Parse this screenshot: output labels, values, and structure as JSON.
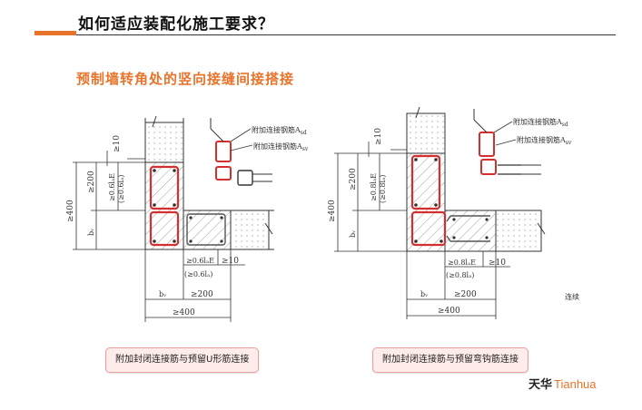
{
  "header": {
    "title": "如何适应装配化施工要求？"
  },
  "section": {
    "subtitle": "预制墙转角处的竖向接缝间接搭接"
  },
  "diagram_left": {
    "label_bar1": "附加连接钢筋A",
    "label_bar1_sub": "sd",
    "label_bar2": "附加连接钢筋A",
    "label_bar2_sub": "sv",
    "dim_10_top": "≥10",
    "dim_200": "≥200",
    "dim_lap": "≥0.6lₐE",
    "dim_lap2": "(≥0.6lₐ)",
    "dim_400": "≥400",
    "dim_bw_v": "bᵥ",
    "dim_lap_h": "≥0.6lₐE",
    "dim_lap_h2": "(≥0.6lₐ)",
    "dim_10_right": "≥10",
    "dim_bw_h": "bᵥ",
    "dim_200_h": "≥200",
    "dim_400_h": "≥400"
  },
  "diagram_right": {
    "label_bar1": "附加连接钢筋A",
    "label_bar1_sub": "sd",
    "label_bar2": "附加连接钢筋A",
    "label_bar2_sub": "sv",
    "dim_10_top": "≥10",
    "dim_200": "≥200",
    "dim_lap": "≥0.8lₐE",
    "dim_lap2": "(≥0.8lₐ)",
    "dim_400": "≥400",
    "dim_bw_v": "bᵥ",
    "dim_lap_h": "≥0.8lₐE",
    "dim_lap_h2": "(≥0.8lₐ)",
    "dim_10_right": "≥10",
    "dim_bw_h": "bᵥ",
    "dim_200_h": "≥200",
    "dim_400_h": "≥400",
    "cut_note": "连续"
  },
  "captions": {
    "left": "附加封闭连接筋与预留U形筋连接",
    "right": "附加封闭连接筋与预留弯钩筋连接"
  },
  "brand": {
    "cn": "天华",
    "en": "Tianhua"
  },
  "colors": {
    "accent": "#e8732a",
    "rebar": "#d32f2f"
  }
}
